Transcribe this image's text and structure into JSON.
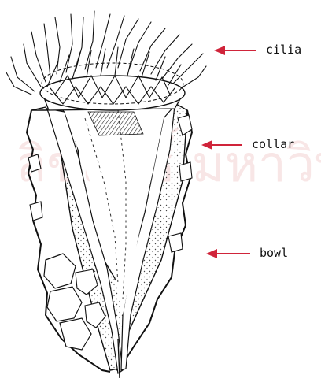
{
  "labels": {
    "cilia": "cilia",
    "collar": "collar",
    "bowl": "bowl"
  },
  "watermark": "ลิขสิทธิ์ มหาวิทยาลัยเชียงใหม่",
  "colors": {
    "arrow": "#d0243a",
    "ink": "#111111",
    "watermark": "#f3d2d2"
  }
}
